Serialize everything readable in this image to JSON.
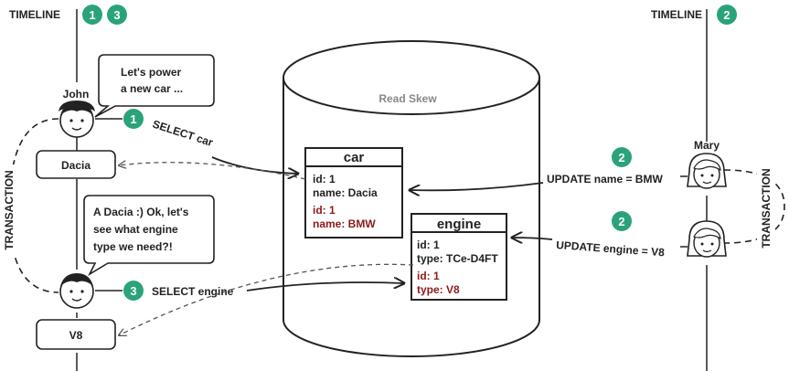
{
  "timeline_left": {
    "label": "TIMELINE",
    "badges": [
      "1",
      "3"
    ]
  },
  "timeline_right": {
    "label": "TIMELINE",
    "badges": [
      "2"
    ]
  },
  "database": {
    "label": "Read Skew"
  },
  "actors": {
    "john": {
      "name": "John"
    },
    "mary": {
      "name": "Mary"
    }
  },
  "bubbles": {
    "first": [
      "Let's power",
      "a new car ..."
    ],
    "second": [
      "A Dacia :) Ok, let's",
      "see what engine",
      "type we need?!"
    ]
  },
  "results": {
    "car": "Dacia",
    "engine": "V8"
  },
  "arrows": {
    "select_car": "SELECT car",
    "select_engine": "SELECT engine",
    "update_name": "UPDATE name = BMW",
    "update_engine": "UPDATE engine = V8",
    "badge_select_car": "1",
    "badge_select_engine": "3",
    "badge_update_name": "2",
    "badge_update_engine": "2"
  },
  "transaction_label": "TRANSACTION",
  "tables": {
    "car": {
      "title": "car",
      "old": [
        "id: 1",
        "name: Dacia"
      ],
      "new": [
        "id: 1",
        "name: BMW"
      ]
    },
    "engine": {
      "title": "engine",
      "old": [
        "id: 1",
        "type: TCe-D4FT"
      ],
      "new": [
        "id: 1",
        "type: V8"
      ]
    }
  },
  "colors": {
    "badge": "#2aa37a",
    "new_value": "#8b1a1a",
    "line": "#222222"
  }
}
